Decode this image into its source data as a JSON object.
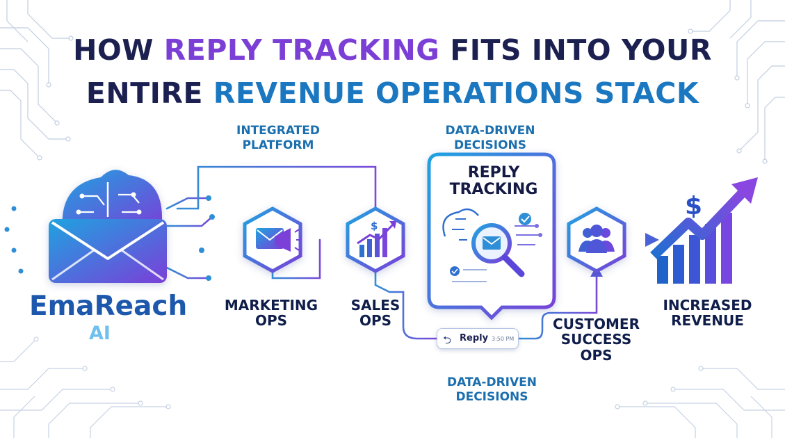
{
  "title": {
    "line1_a": "HOW ",
    "line1_b": "REPLY TRACKING",
    "line1_c": " FITS INTO YOUR",
    "line2_a": "ENTIRE ",
    "line2_b": "REVENUE OPERATIONS STACK"
  },
  "brand": {
    "name": "EmaReach",
    "suffix": "AI"
  },
  "labels": {
    "integrated": "INTEGRATED PLATFORM",
    "data_driven_top": "DATA-DRIVEN DECISIONS",
    "marketing": "MARKETING OPS",
    "sales": "SALES OPS",
    "card_title": "REPLY TRACKING",
    "customer_success": "CUSTOMER SUCCESS OPS",
    "data_driven_bottom": "DATA-DRIVEN DECISIONS",
    "increased_revenue": "INCREASED REVENUE"
  },
  "reply_chip": {
    "label": "Reply",
    "time": "3:50 PM"
  },
  "icons": {
    "brand": "brain-envelope-icon",
    "marketing": "envelope-megaphone-icon",
    "sales": "dollar-growth-chart-icon",
    "tracking": "magnifier-envelope-brain-icon",
    "customer_success": "people-group-icon",
    "revenue": "dollar-rising-bars-icon",
    "reply": "reply-arrow-icon"
  },
  "colors": {
    "navy": "#1b2050",
    "purple": "#7b3fd6",
    "blue": "#1b78c0",
    "accent_violet": "#8a46e0"
  }
}
